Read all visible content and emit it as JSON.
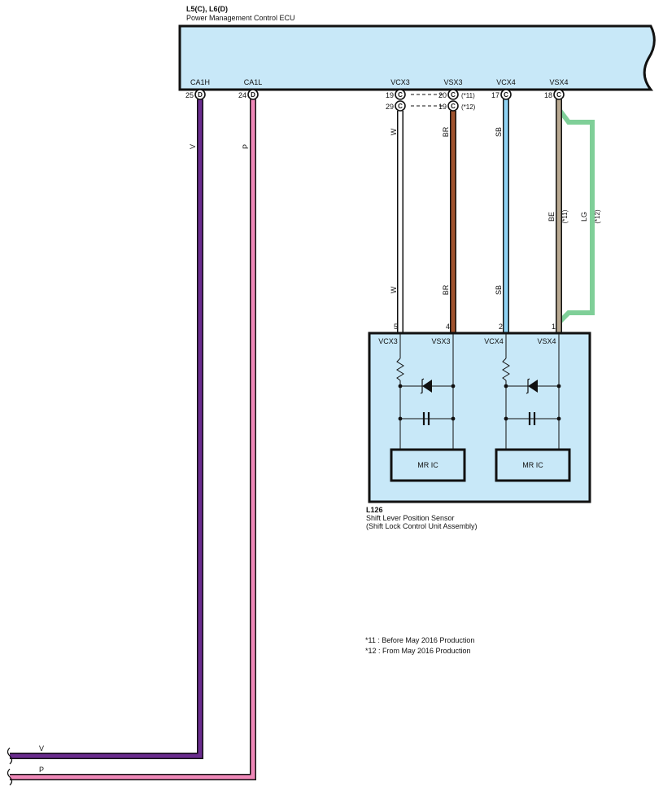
{
  "ecu": {
    "connector_ids": "L5(C), L6(D)",
    "name": "Power Management Control ECU"
  },
  "terminals": {
    "ca1h": {
      "name": "CA1H",
      "pin": "25",
      "conn": "D"
    },
    "ca1l": {
      "name": "CA1L",
      "pin": "24",
      "conn": "D"
    },
    "vcx3": {
      "name": "VCX3",
      "pin_a": "19",
      "pin_b": "29",
      "conn": "C"
    },
    "vsx3": {
      "name": "VSX3",
      "pin_a": "20",
      "pin_b": "19",
      "conn": "C",
      "note_a": "(*11)",
      "note_b": "(*12)"
    },
    "vcx4": {
      "name": "VCX4",
      "pin": "17",
      "conn": "C"
    },
    "vsx4": {
      "name": "VSX4",
      "pin": "18",
      "conn": "C"
    }
  },
  "wires": {
    "v": "V",
    "p": "P",
    "w": "W",
    "br": "BR",
    "sb": "SB",
    "be": "BE",
    "lg": "LG",
    "note11": "(*11)",
    "note12": "(*12)"
  },
  "sensor": {
    "id": "L126",
    "name": "Shift Lever Position Sensor",
    "sub": "(Shift Lock Control Unit Assembly)",
    "pins": {
      "p5": "5",
      "p4": "4",
      "p2": "2",
      "p1": "1"
    },
    "labels": {
      "vcx3": "VCX3",
      "vsx3": "VSX3",
      "vcx4": "VCX4",
      "vsx4": "VSX4"
    },
    "ic_label": "MR IC"
  },
  "notes": {
    "n11": "*11 : Before May 2016 Production",
    "n12": "*12 : From May 2016 Production"
  },
  "colors": {
    "violet": "#6a2c8e",
    "pink": "#ef88b8",
    "brown": "#a0522d",
    "sky_blue": "#8fd3f4",
    "beige": "#b8a890",
    "light_green": "#7fcf98",
    "box_fill": "#c8e8f8"
  }
}
